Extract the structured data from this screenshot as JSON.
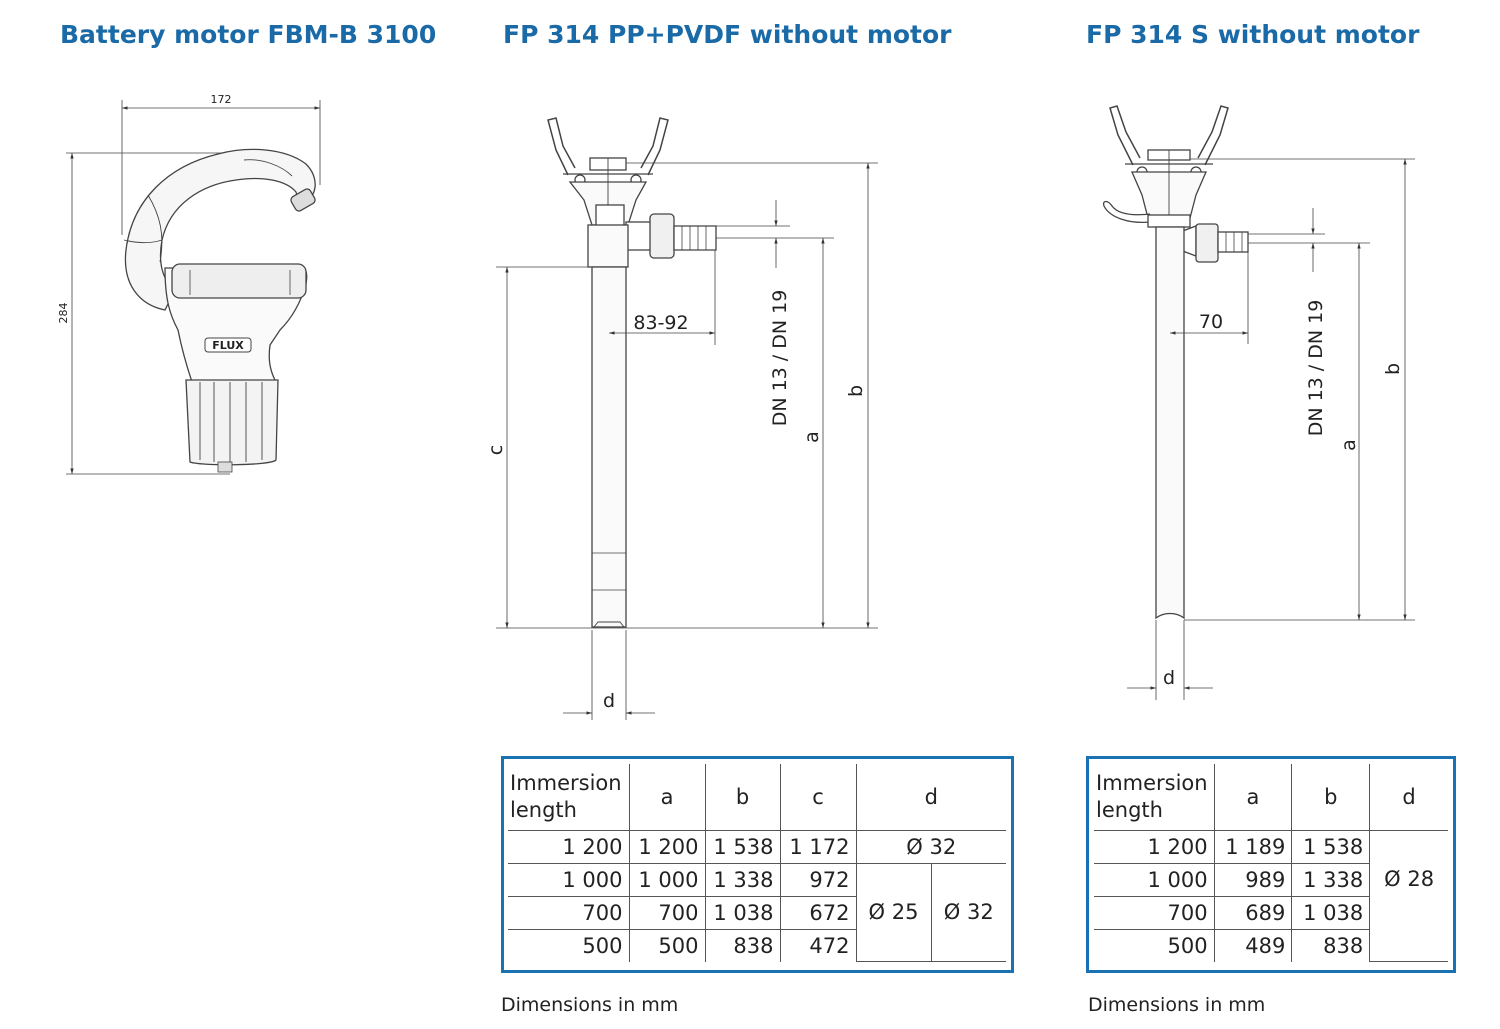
{
  "titles": {
    "motor": "Battery motor FBM-B 3100",
    "pvdf": "FP 314 PP+PVDF without motor",
    "s": "FP 314 S without motor"
  },
  "motor_drawing": {
    "width_label": "172",
    "height_label": "284",
    "logo_text": "FLUX"
  },
  "pvdf_drawing": {
    "range_label": "83-92",
    "dn_label": "DN 13 / DN 19",
    "a_label": "a",
    "b_label": "b",
    "c_label": "c",
    "d_label": "d"
  },
  "s_drawing": {
    "offset_label": "70",
    "dn_label": "DN 13 / DN 19",
    "a_label": "a",
    "b_label": "b",
    "d_label": "d"
  },
  "pvdf_table": {
    "header": {
      "col0_line1": "Immersion",
      "col0_line2": "length",
      "a": "a",
      "b": "b",
      "c": "c",
      "d": "d"
    },
    "rows": [
      {
        "len": "1 200",
        "a": "1 200",
        "b": "1 538",
        "c": "1 172"
      },
      {
        "len": "1 000",
        "a": "1 000",
        "b": "1 338",
        "c": "972"
      },
      {
        "len": "700",
        "a": "700",
        "b": "1 038",
        "c": "672"
      },
      {
        "len": "500",
        "a": "500",
        "b": "838",
        "c": "472"
      }
    ],
    "d_top": "Ø 32",
    "d_left": "Ø 25",
    "d_right": "Ø 32"
  },
  "s_table": {
    "header": {
      "col0_line1": "Immersion",
      "col0_line2": "length",
      "a": "a",
      "b": "b",
      "d": "d"
    },
    "rows": [
      {
        "len": "1 200",
        "a": "1 189",
        "b": "1 538"
      },
      {
        "len": "1 000",
        "a": "989",
        "b": "1 338"
      },
      {
        "len": "700",
        "a": "689",
        "b": "1 038"
      },
      {
        "len": "500",
        "a": "489",
        "b": "838"
      }
    ],
    "d_all": "Ø 28"
  },
  "notes": {
    "pvdf": "Dimensions in mm",
    "s": "Dimensions in mm"
  },
  "colors": {
    "title_blue": "#1a6aa7",
    "table_border_blue": "#1b72b2"
  }
}
